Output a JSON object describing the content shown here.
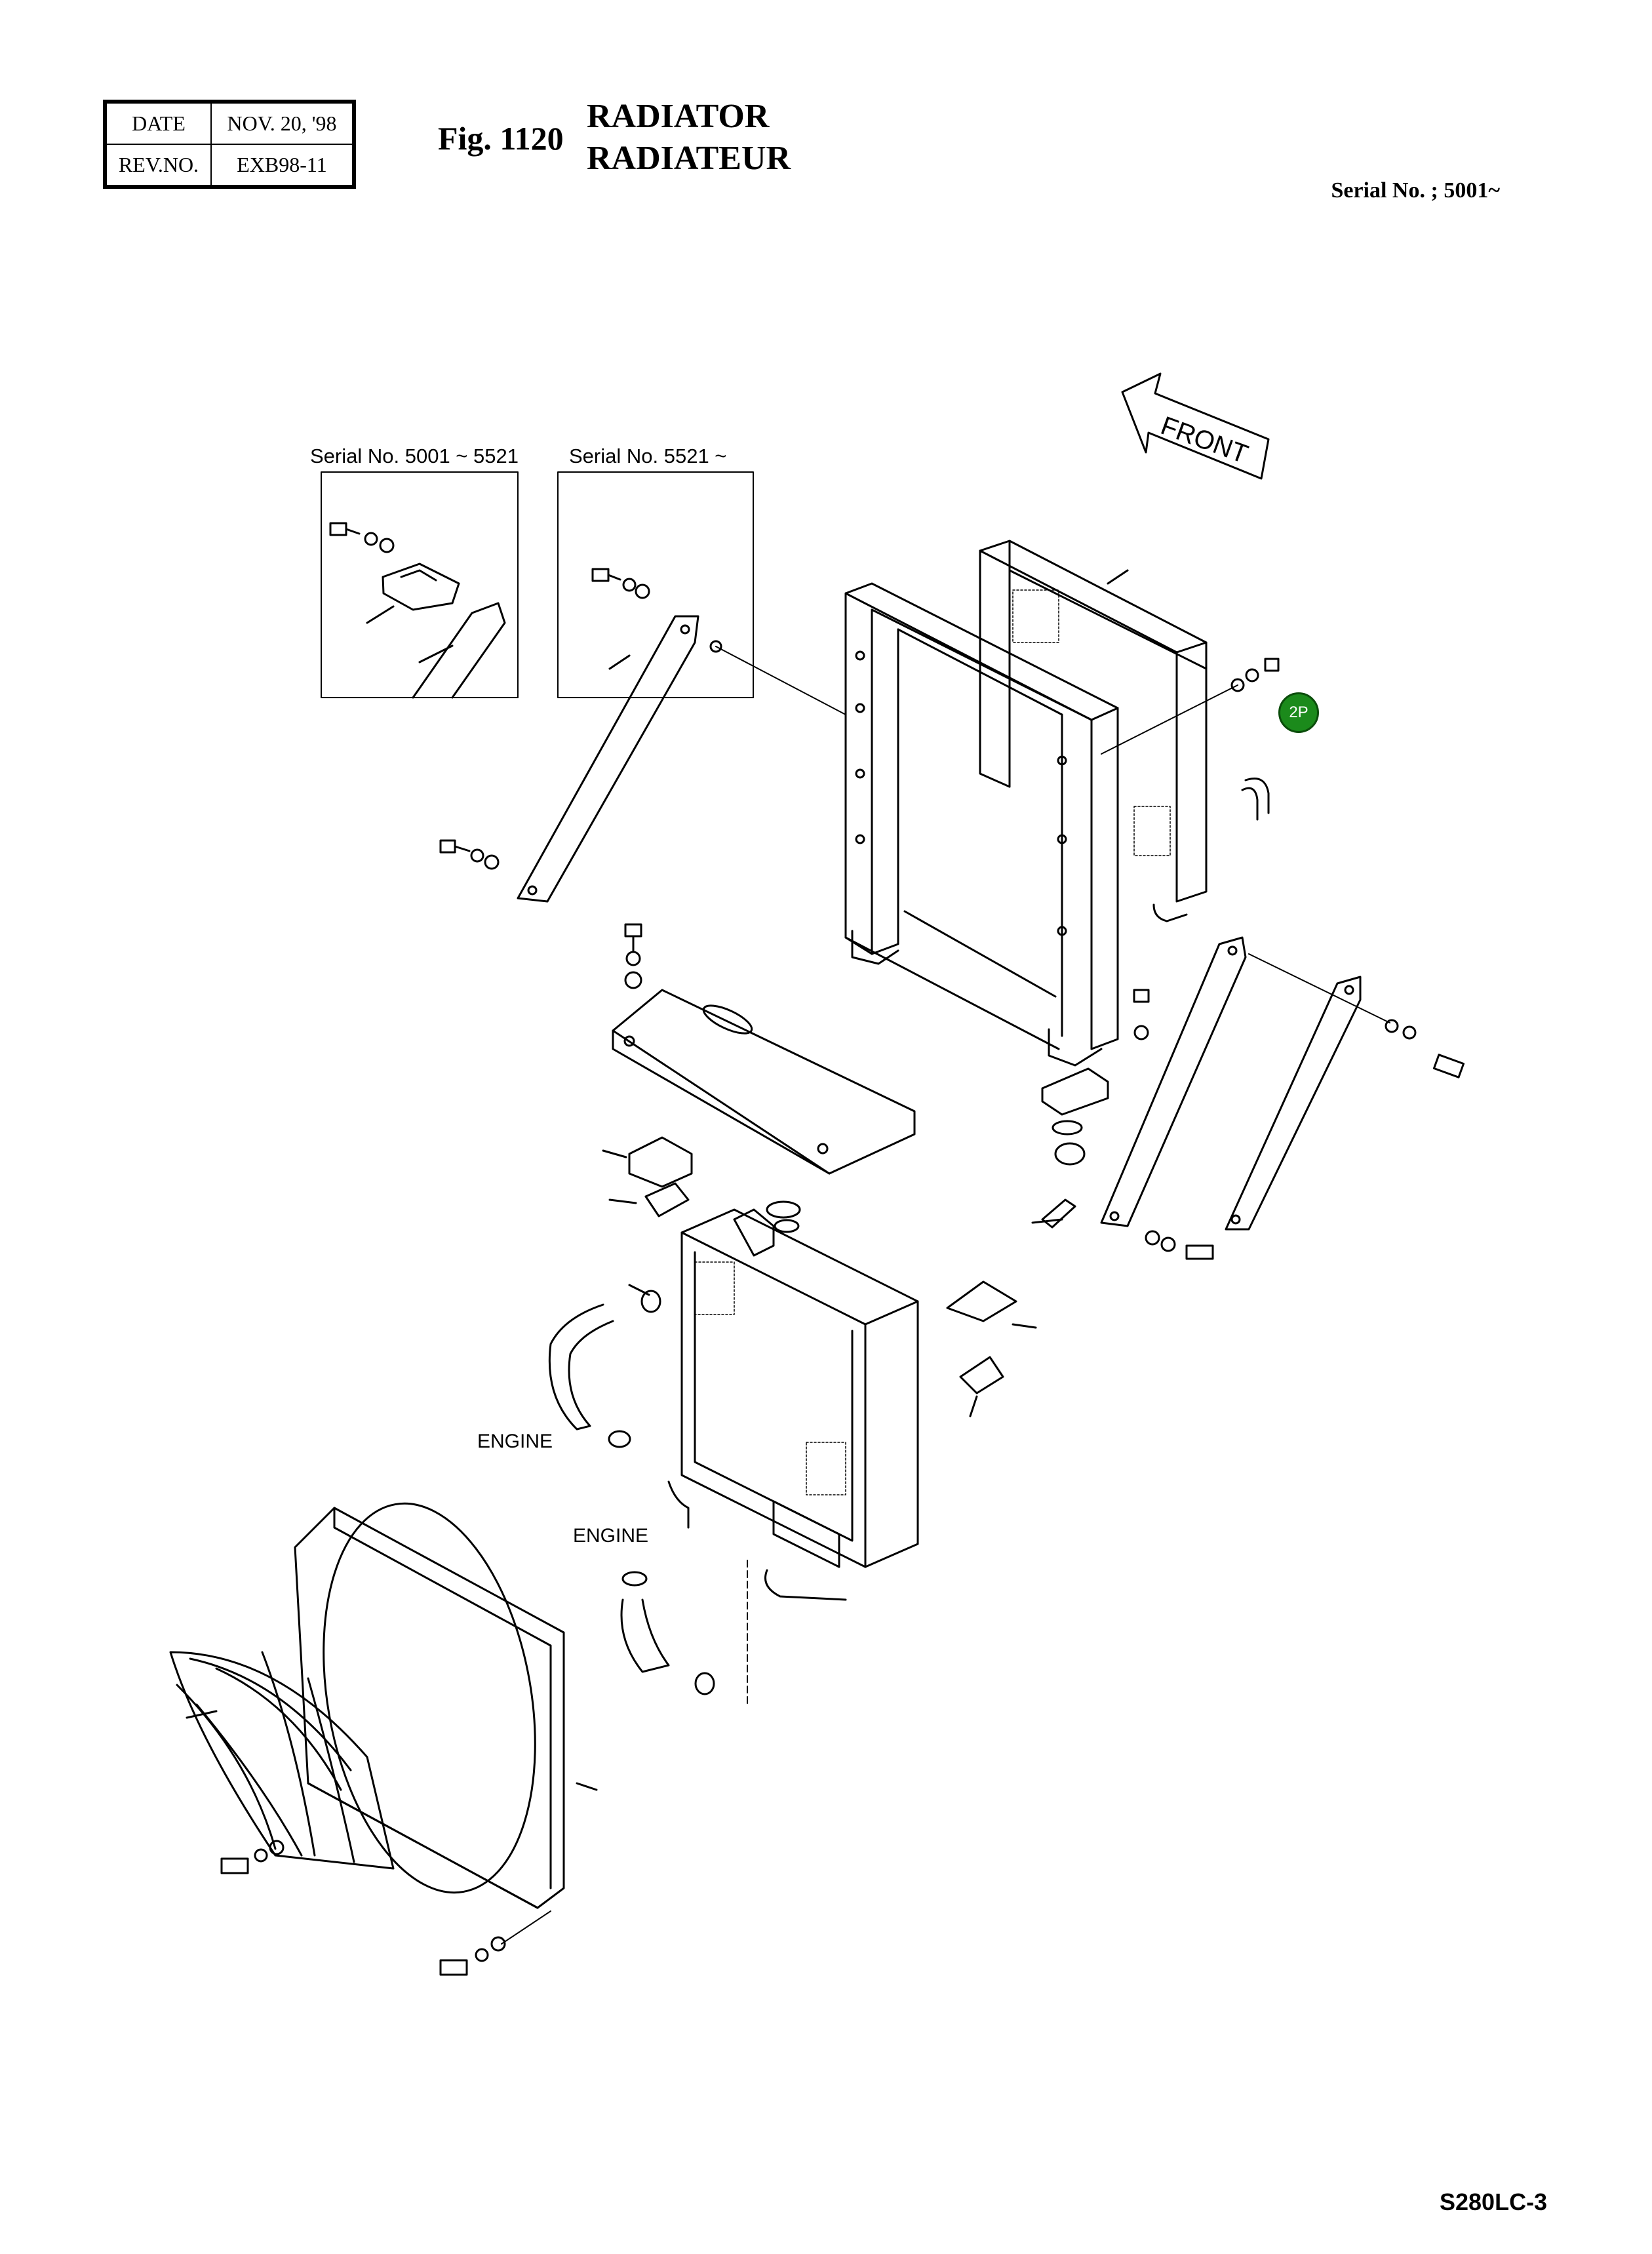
{
  "header": {
    "date_label": "DATE",
    "date_value": "NOV. 20, '98",
    "rev_label": "REV.NO.",
    "rev_value": "EXB98-11"
  },
  "figure": {
    "number": "Fig. 1120",
    "title_en": "RADIATOR",
    "title_fr": "RADIATEUR",
    "serial": "Serial No. ; 5001~"
  },
  "insets": {
    "left_label": "Serial No. 5001 ~ 5521",
    "right_label": "Serial No. 5521 ~"
  },
  "labels": {
    "front": "FRONT",
    "engine_1": "ENGINE",
    "engine_2": "ENGINE",
    "badge": "2P"
  },
  "footer": {
    "model": "S280LC-3"
  }
}
